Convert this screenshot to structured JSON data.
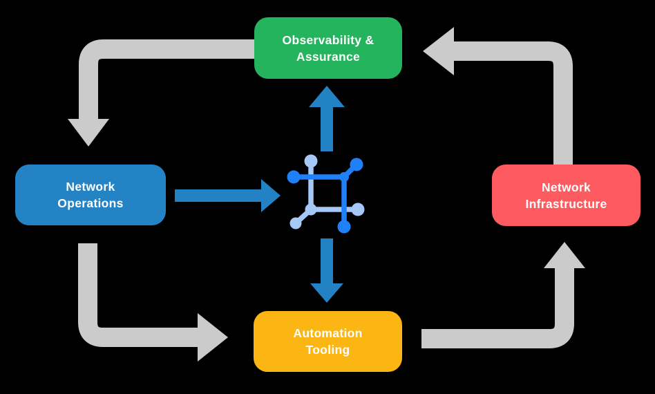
{
  "title": "Network automation cycle diagram",
  "colors": {
    "background": "#000000",
    "green": "#24b45e",
    "blue": "#2383c5",
    "red": "#fd5b5f",
    "yellow": "#fcb614",
    "arrow_gray": "#cbcbcb",
    "arrow_blue": "#2282c4",
    "icon_dark_blue": "#2080f8",
    "icon_light_blue": "#a6c8f7",
    "text": "#ffffff"
  },
  "nodes": {
    "observability": {
      "line1": "Observability &",
      "line2": "Assurance"
    },
    "operations": {
      "line1": "Network",
      "line2": "Operations"
    },
    "infrastructure": {
      "line1": "Network",
      "line2": "Infrastructure"
    },
    "automation": {
      "line1": "Automation",
      "line2": "Tooling"
    }
  },
  "center_icon": "network-automation-icon",
  "flows": [
    {
      "from": "Observability & Assurance",
      "to": "Network Operations",
      "style": "gray"
    },
    {
      "from": "Network Operations",
      "to": "Automation Tooling",
      "style": "gray"
    },
    {
      "from": "Automation Tooling",
      "to": "Network Infrastructure",
      "style": "gray"
    },
    {
      "from": "Network Infrastructure",
      "to": "Observability & Assurance",
      "style": "gray"
    },
    {
      "from": "Network Operations",
      "to": "center-icon",
      "style": "blue"
    },
    {
      "from": "center-icon",
      "to": "Observability & Assurance",
      "style": "blue"
    },
    {
      "from": "center-icon",
      "to": "Automation Tooling",
      "style": "blue"
    }
  ]
}
